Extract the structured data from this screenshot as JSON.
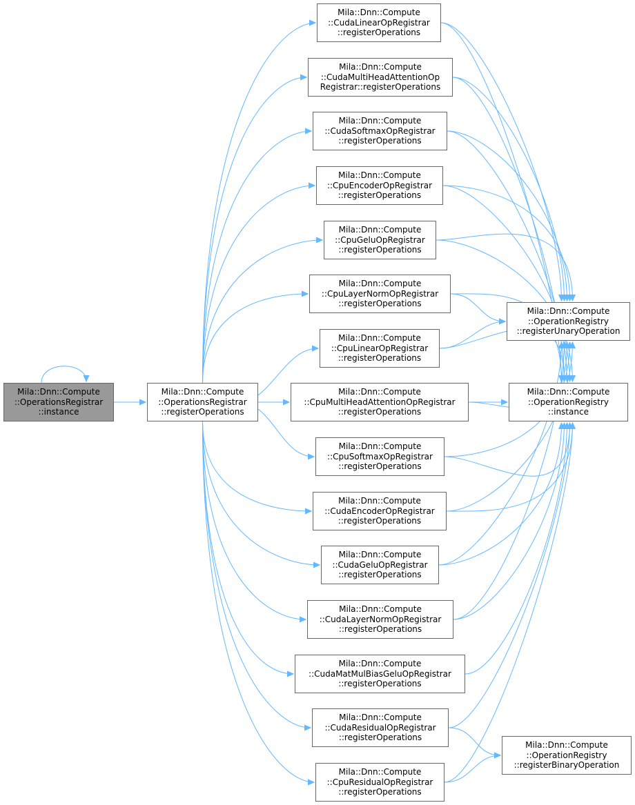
{
  "colors": {
    "edge": "#63b8ff",
    "node_border": "#666666",
    "root_fill": "#999999",
    "node_fill": "#ffffff"
  },
  "nodes": {
    "root": {
      "lines": [
        "Mila::Dnn::Compute",
        "::OperationsRegistrar",
        "::instance"
      ]
    },
    "regops": {
      "lines": [
        "Mila::Dnn::Compute",
        "::OperationsRegistrar",
        "::registerOperations"
      ]
    },
    "cudaLinear": {
      "lines": [
        "Mila::Dnn::Compute",
        "::CudaLinearOpRegistrar",
        "::registerOperations"
      ]
    },
    "cudaMHA": {
      "lines": [
        "Mila::Dnn::Compute",
        "::CudaMultiHeadAttentionOp",
        "Registrar::registerOperations"
      ]
    },
    "cudaSoftmax": {
      "lines": [
        "Mila::Dnn::Compute",
        "::CudaSoftmaxOpRegistrar",
        "::registerOperations"
      ]
    },
    "cpuEncoder": {
      "lines": [
        "Mila::Dnn::Compute",
        "::CpuEncoderOpRegistrar",
        "::registerOperations"
      ]
    },
    "cpuGelu": {
      "lines": [
        "Mila::Dnn::Compute",
        "::CpuGeluOpRegistrar",
        "::registerOperations"
      ]
    },
    "cpuLayerNorm": {
      "lines": [
        "Mila::Dnn::Compute",
        "::CpuLayerNormOpRegistrar",
        "::registerOperations"
      ]
    },
    "cpuLinear": {
      "lines": [
        "Mila::Dnn::Compute",
        "::CpuLinearOpRegistrar",
        "::registerOperations"
      ]
    },
    "cpuMHA": {
      "lines": [
        "Mila::Dnn::Compute",
        "::CpuMultiHeadAttentionOpRegistrar",
        "::registerOperations"
      ]
    },
    "cpuSoftmax": {
      "lines": [
        "Mila::Dnn::Compute",
        "::CpuSoftmaxOpRegistrar",
        "::registerOperations"
      ]
    },
    "cudaEncoder": {
      "lines": [
        "Mila::Dnn::Compute",
        "::CudaEncoderOpRegistrar",
        "::registerOperations"
      ]
    },
    "cudaGelu": {
      "lines": [
        "Mila::Dnn::Compute",
        "::CudaGeluOpRegistrar",
        "::registerOperations"
      ]
    },
    "cudaLayerNorm": {
      "lines": [
        "Mila::Dnn::Compute",
        "::CudaLayerNormOpRegistrar",
        "::registerOperations"
      ]
    },
    "cudaMatMul": {
      "lines": [
        "Mila::Dnn::Compute",
        "::CudaMatMulBiasGeluOpRegistrar",
        "::registerOperations"
      ]
    },
    "cudaResidual": {
      "lines": [
        "Mila::Dnn::Compute",
        "::CudaResidualOpRegistrar",
        "::registerOperations"
      ]
    },
    "cpuResidual": {
      "lines": [
        "Mila::Dnn::Compute",
        "::CpuResidualOpRegistrar",
        "::registerOperations"
      ]
    },
    "regUnary": {
      "lines": [
        "Mila::Dnn::Compute",
        "::OperationRegistry",
        "::registerUnaryOperation"
      ]
    },
    "regInstance": {
      "lines": [
        "Mila::Dnn::Compute",
        "::OperationRegistry",
        "::instance"
      ]
    },
    "regBinary": {
      "lines": [
        "Mila::Dnn::Compute",
        "::OperationRegistry",
        "::registerBinaryOperation"
      ]
    }
  },
  "edges": [
    [
      "root",
      "root"
    ],
    [
      "root",
      "regops"
    ],
    [
      "regops",
      "cudaLinear"
    ],
    [
      "regops",
      "cudaMHA"
    ],
    [
      "regops",
      "cudaSoftmax"
    ],
    [
      "regops",
      "cpuEncoder"
    ],
    [
      "regops",
      "cpuGelu"
    ],
    [
      "regops",
      "cpuLayerNorm"
    ],
    [
      "regops",
      "cpuLinear"
    ],
    [
      "regops",
      "cpuMHA"
    ],
    [
      "regops",
      "cpuSoftmax"
    ],
    [
      "regops",
      "cudaEncoder"
    ],
    [
      "regops",
      "cudaGelu"
    ],
    [
      "regops",
      "cudaLayerNorm"
    ],
    [
      "regops",
      "cudaMatMul"
    ],
    [
      "regops",
      "cudaResidual"
    ],
    [
      "regops",
      "cpuResidual"
    ],
    [
      "cudaLinear",
      "regUnary"
    ],
    [
      "cudaLinear",
      "regInstance"
    ],
    [
      "cudaMHA",
      "regUnary"
    ],
    [
      "cudaMHA",
      "regInstance"
    ],
    [
      "cudaSoftmax",
      "regUnary"
    ],
    [
      "cudaSoftmax",
      "regInstance"
    ],
    [
      "cpuEncoder",
      "regUnary"
    ],
    [
      "cpuEncoder",
      "regInstance"
    ],
    [
      "cpuGelu",
      "regUnary"
    ],
    [
      "cpuGelu",
      "regInstance"
    ],
    [
      "cpuLayerNorm",
      "regUnary"
    ],
    [
      "cpuLayerNorm",
      "regInstance"
    ],
    [
      "cpuLinear",
      "regUnary"
    ],
    [
      "cpuLinear",
      "regInstance"
    ],
    [
      "cpuMHA",
      "regUnary"
    ],
    [
      "cpuMHA",
      "regInstance"
    ],
    [
      "cpuSoftmax",
      "regUnary"
    ],
    [
      "cpuSoftmax",
      "regInstance"
    ],
    [
      "cudaEncoder",
      "regUnary"
    ],
    [
      "cudaEncoder",
      "regInstance"
    ],
    [
      "cudaGelu",
      "regUnary"
    ],
    [
      "cudaGelu",
      "regInstance"
    ],
    [
      "cudaLayerNorm",
      "regUnary"
    ],
    [
      "cudaLayerNorm",
      "regInstance"
    ],
    [
      "cudaMatMul",
      "regInstance"
    ],
    [
      "cudaResidual",
      "regInstance"
    ],
    [
      "cudaResidual",
      "regBinary"
    ],
    [
      "cpuResidual",
      "regInstance"
    ],
    [
      "cpuResidual",
      "regBinary"
    ]
  ]
}
